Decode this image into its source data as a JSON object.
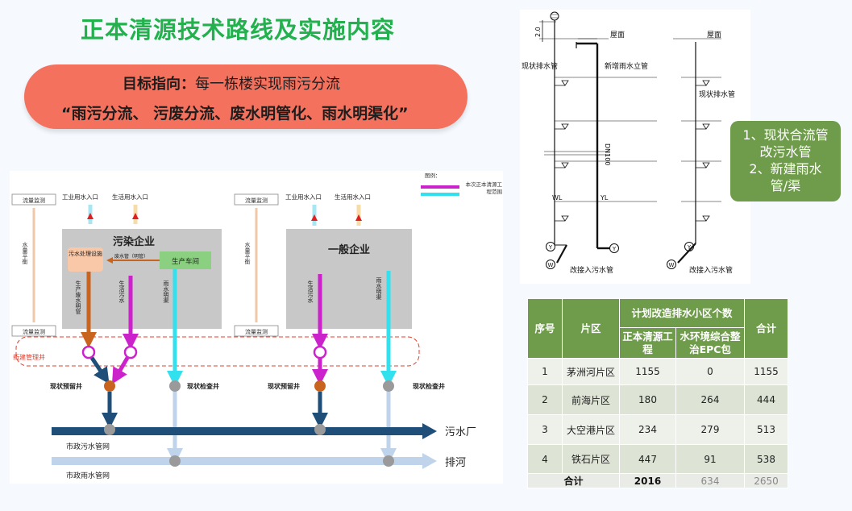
{
  "title": "正本清源技术路线及实施内容",
  "banner": {
    "label": "目标指向：",
    "goal": "每一栋楼实现雨污分流",
    "slogan": "“雨污分流、 污废分流、废水明管化、雨水明渠化”"
  },
  "flow": {
    "legend_title": "图例：",
    "legend_item": "本次正本清源工程范围",
    "colors": {
      "sewage": "#cc22cc",
      "rain": "#33e0ee",
      "industrial": "#c8641e",
      "main_sewage": "#1f4e79",
      "main_rain": "#bfd4ea",
      "enterprise_box": "#c8c8c8"
    },
    "flow_monitor": "流量监测",
    "water_balance": "水量平衡",
    "industrial_inlet": "工业用水入口",
    "domestic_inlet": "生活用水入口",
    "polluting_enterprise": "污染企业",
    "treatment_facility": "污水处理设施",
    "waste_pipe_label": "废水管（明管）",
    "workshop": "生产车间",
    "prod_waste_pipe": "生产废水明管",
    "domestic_sewage": "生活污水",
    "rain_channel": "雨水明渠",
    "general_enterprise": "一般企业",
    "new_manhole": "新建管理井",
    "existing_retention_well": "现状预留井",
    "existing_inspection_well": "现状检查井",
    "municipal_sewer": "市政污水管网",
    "municipal_storm": "市政雨水管网",
    "sewage_plant": "污水厂",
    "river_discharge": "排河"
  },
  "riser": {
    "dim": "2.0",
    "roof": "屋面",
    "existing_drain": "现状排水管",
    "new_rain_riser": "新增雨水立管",
    "dn": "DN100",
    "wl": "WL",
    "yl": "YL",
    "y_mark": "Y",
    "w_mark": "W",
    "reconnect": "改接入污水管"
  },
  "note": {
    "line1": "1、现状合流管",
    "line2": "改污水管",
    "line3": "2、新建雨水",
    "line4": "管/渠"
  },
  "table": {
    "headers": {
      "no": "序号",
      "area": "片区",
      "plan": "计划改造排水小区个数",
      "zbqy": "正本清源工程",
      "epc": "水环境综合整治EPC包",
      "total": "合计"
    },
    "rows": [
      {
        "no": "1",
        "area": "茅洲河片区",
        "zbqy": "1155",
        "epc": "0",
        "total": "1155"
      },
      {
        "no": "2",
        "area": "前海片区",
        "zbqy": "180",
        "epc": "264",
        "total": "444"
      },
      {
        "no": "3",
        "area": "大空港片区",
        "zbqy": "234",
        "epc": "279",
        "total": "513"
      },
      {
        "no": "4",
        "area": "铁石片区",
        "zbqy": "447",
        "epc": "91",
        "total": "538"
      }
    ],
    "sum": {
      "label": "合计",
      "zbqy": "2016",
      "epc": "634",
      "total": "2650"
    }
  }
}
